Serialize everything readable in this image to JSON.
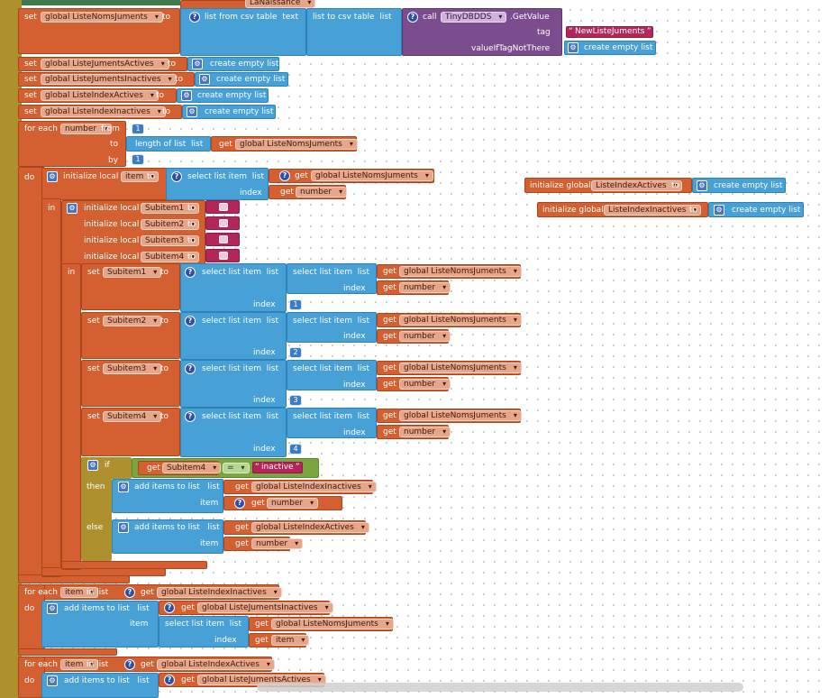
{
  "kw": {
    "set": "set",
    "to": "to",
    "from": "from",
    "by": "by",
    "do": "do",
    "in": "in",
    "index": "index",
    "item": "item",
    "list": "list",
    "get": "get",
    "if": "if",
    "then": "then",
    "else": "else",
    "tag": "tag",
    "text": "text",
    "for_each": "for each",
    "in_list": "in list",
    "initialize_local": "initialize local",
    "initialize_global": "initialize global",
    "create_empty_list": "create empty list",
    "list_from_csv_table": "list from csv table",
    "list_to_csv_table": "list to csv table",
    "call": "call",
    "get_value": ".GetValue",
    "value_if_tag_not_there": "valueIfTagNotThere",
    "length_of_list": "length of list",
    "select_list_item": "select list item",
    "add_items_to_list": "add items to list",
    "eq": "="
  },
  "vars": {
    "g_noms": "global ListeNomsJuments",
    "g_actives": "global ListeJumentsActives",
    "g_inactives": "global ListeJumentsInactives",
    "g_idx_act": "global ListeIndexActives",
    "g_idx_inact": "global ListeIndexInactives",
    "number": "number",
    "item": "item",
    "sub1": "Subitem1",
    "sub2": "Subitem2",
    "sub3": "Subitem3",
    "sub4": "Subitem4",
    "idx_act": "ListeIndexActives",
    "idx_inact": "ListeIndexInactives"
  },
  "component": "TinyDBDDS",
  "strings": {
    "tag_value": "NewListeJuments",
    "inactive": "inactive",
    "partial_top": "LaNaissance"
  },
  "nums": {
    "one": "1",
    "two": "2",
    "three": "3",
    "four": "4"
  }
}
